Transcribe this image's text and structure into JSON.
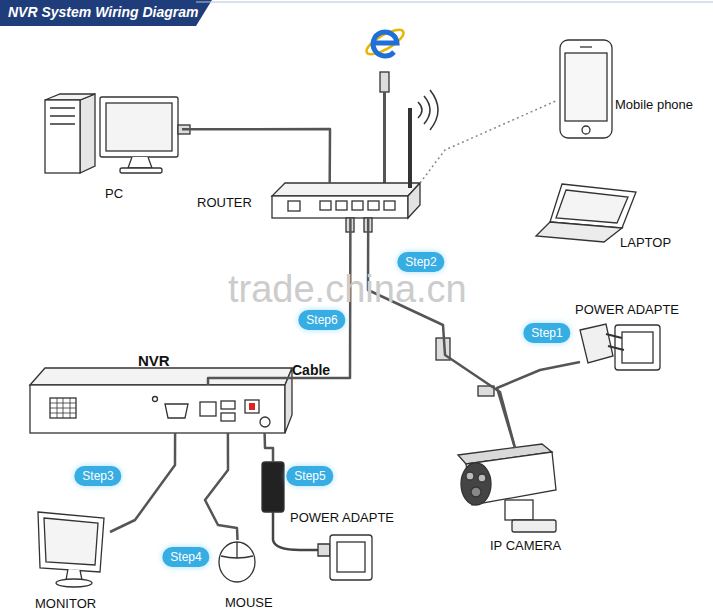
{
  "diagram": {
    "title": "NVR System Wiring Diagram",
    "nodes": [
      {
        "text": [
          "PC"
        ]
      },
      {
        "text": [
          "ROUTER"
        ]
      },
      {
        "text": [
          "Mobile phone"
        ]
      },
      {
        "text": [
          "LAPTOP"
        ]
      },
      {
        "text": [
          "POWER ADAPTE"
        ]
      },
      {
        "text": [
          "NVR"
        ]
      },
      {
        "text": [
          "IP CAMERA"
        ]
      },
      {
        "text": [
          "MONITOR"
        ]
      },
      {
        "text": [
          "MOUSE"
        ]
      },
      {
        "text": [
          "POWER ADAPTE"
        ]
      }
    ],
    "edges": [
      {
        "from": 0,
        "to": 1,
        "arrow": "none"
      },
      {
        "from": 1,
        "to": 2,
        "arrow": "none"
      },
      {
        "from": 1,
        "to": 6,
        "label": "Step2",
        "arrow": "none"
      },
      {
        "from": 4,
        "to": 6,
        "label": "Step1",
        "arrow": "none"
      },
      {
        "from": 1,
        "to": 5,
        "label": "Step6",
        "arrow": "none"
      },
      {
        "from": 5,
        "to": 7,
        "label": "Step3",
        "arrow": "none"
      },
      {
        "from": 5,
        "to": 8,
        "label": "Step4",
        "arrow": "none"
      },
      {
        "from": 5,
        "to": 9,
        "label": "Step5",
        "arrow": "none"
      }
    ],
    "labels": [
      "trade.china.cn",
      "Cable"
    ]
  }
}
